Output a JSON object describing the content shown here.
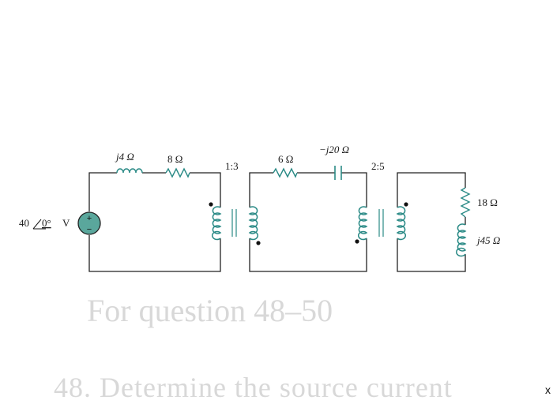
{
  "source": {
    "label": "40",
    "angle": "0°",
    "unit": "V",
    "plus": "+",
    "minus": "−"
  },
  "primary": {
    "inductor_label": "j4 Ω",
    "resistor_label": "8 Ω"
  },
  "transformer1": {
    "ratio": "1:3"
  },
  "middle": {
    "resistor_label": "6 Ω",
    "capacitor_label": "−j20 Ω"
  },
  "transformer2": {
    "ratio": "2:5"
  },
  "load": {
    "resistor_label": "18 Ω",
    "inductor_label": "j45 Ω"
  },
  "background": {
    "heading": "For question 48–50",
    "question": "48. Determine the source current",
    "edge_mark": "x"
  },
  "colors": {
    "wire": "#222222",
    "component": "#2a8a86",
    "source_fill": "#5aa79c"
  }
}
